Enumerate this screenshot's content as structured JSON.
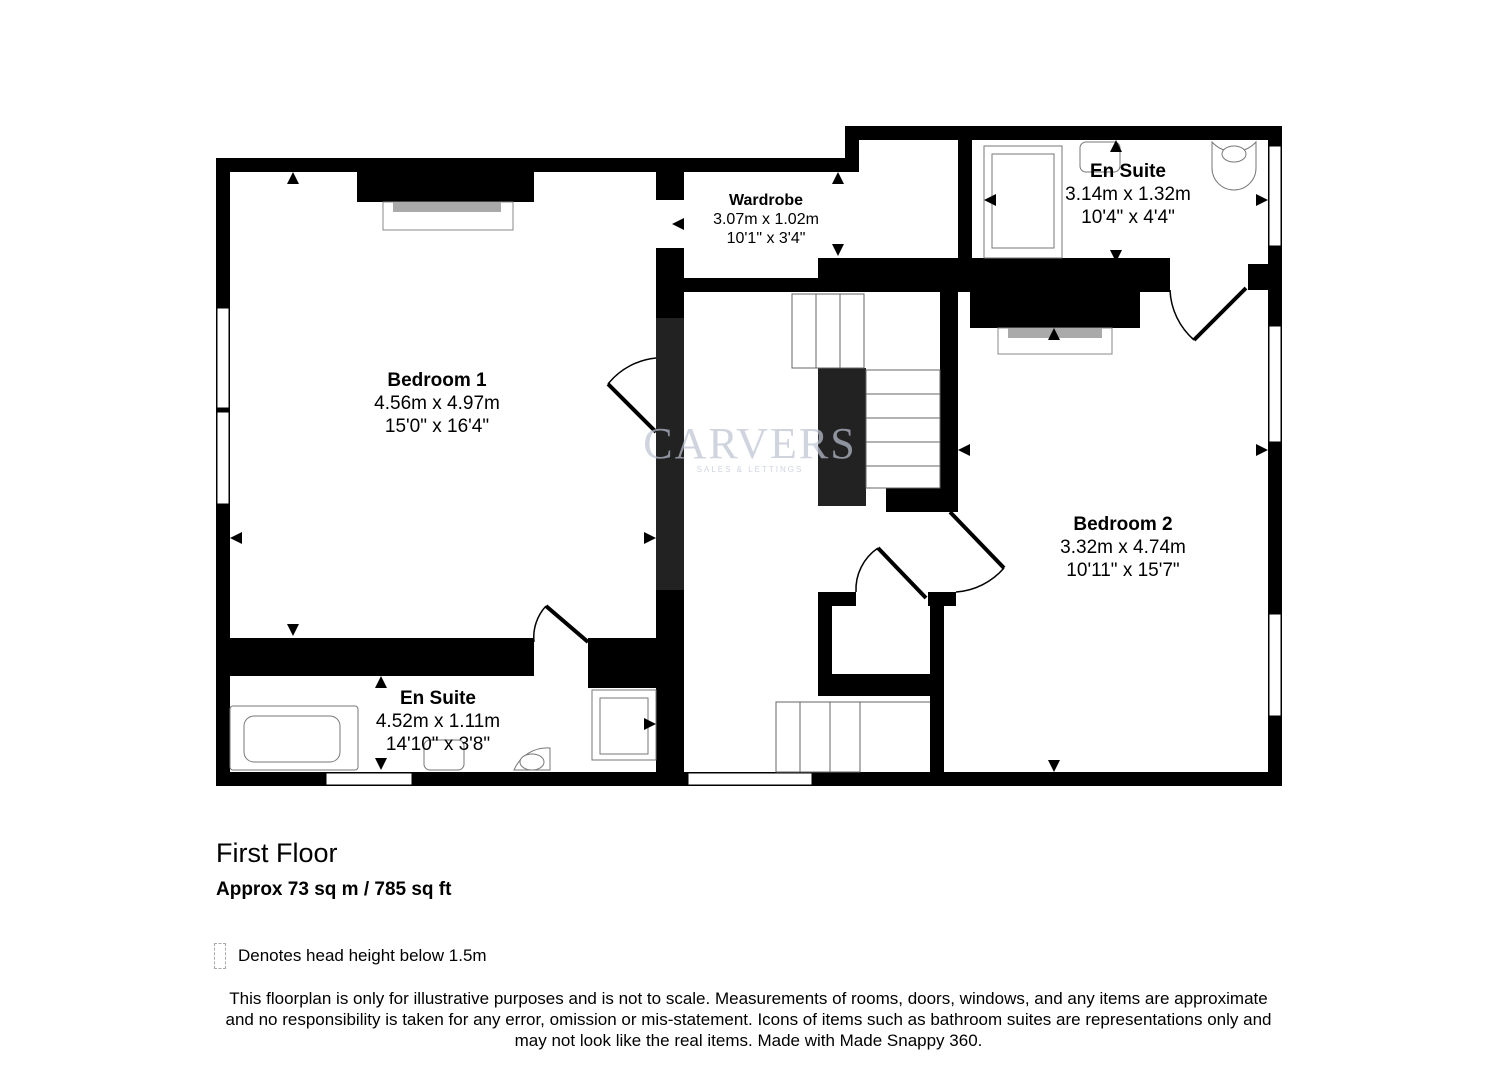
{
  "watermark": {
    "brand": "CARVERS",
    "tagline": "SALES & LETTINGS"
  },
  "rooms": {
    "bedroom1": {
      "name": "Bedroom 1",
      "metric": "4.56m x 4.97m",
      "imperial": "15'0\" x 16'4\""
    },
    "ensuite1": {
      "name": "En Suite",
      "metric": "4.52m x 1.11m",
      "imperial": "14'10\" x 3'8\""
    },
    "wardrobe": {
      "name": "Wardrobe",
      "metric": "3.07m x 1.02m",
      "imperial": "10'1\" x 3'4\""
    },
    "ensuite2": {
      "name": "En Suite",
      "metric": "3.14m x 1.32m",
      "imperial": "10'4\" x 4'4\""
    },
    "bedroom2": {
      "name": "Bedroom 2",
      "metric": "3.32m x 4.74m",
      "imperial": "10'11\" x 15'7\""
    }
  },
  "floor": {
    "title": "First Floor",
    "area": "Approx 73 sq m / 785 sq ft"
  },
  "legend": {
    "label": "Denotes head height below 1.5m"
  },
  "disclaimer": {
    "line1": "This floorplan is only for illustrative purposes and is not to scale. Measurements of rooms, doors, windows, and any items are approximate",
    "line2": "and no responsibility is taken for any error, omission or mis-statement. Icons of items such as bathroom suites are representations only and",
    "line3": "may not look like the real items. Made with Made Snappy 360."
  },
  "colors": {
    "wall": "#000000",
    "window": "#ffffff",
    "fixture_line": "#777777",
    "watermark": "#bcc3d2"
  }
}
